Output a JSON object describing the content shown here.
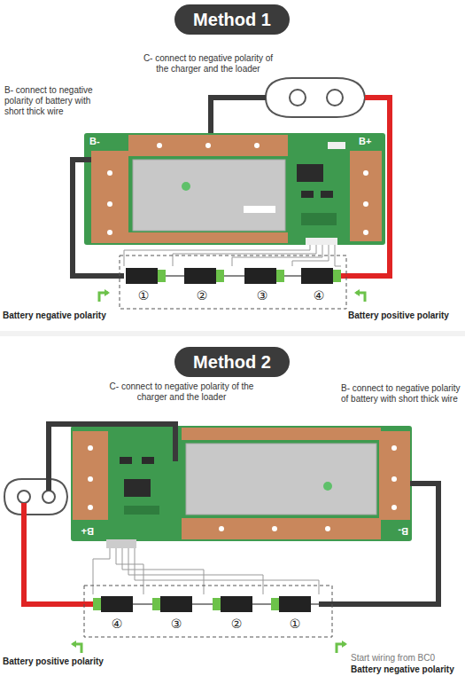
{
  "diagram": {
    "nodes": [
      {
        "text": [
          "Method 1"
        ]
      },
      {
        "text": [
          "Method 2"
        ]
      }
    ],
    "labels": [
      "C- connect to negative polarity of the charger and the loader",
      "B- connect to negative polarity of battery with short thick wire",
      "B-",
      "B+",
      "①",
      "②",
      "③",
      "④",
      "Battery negative polarity",
      "Battery positive polarity",
      "C- connect to negative polarity of the charger and the loader",
      "B- connect to negative polarity of battery with short thick wire",
      "B+",
      "B-",
      "④",
      "③",
      "②",
      "①",
      "Battery positive polarity",
      "Start wiring from BC0",
      "Battery negative polarity"
    ]
  }
}
